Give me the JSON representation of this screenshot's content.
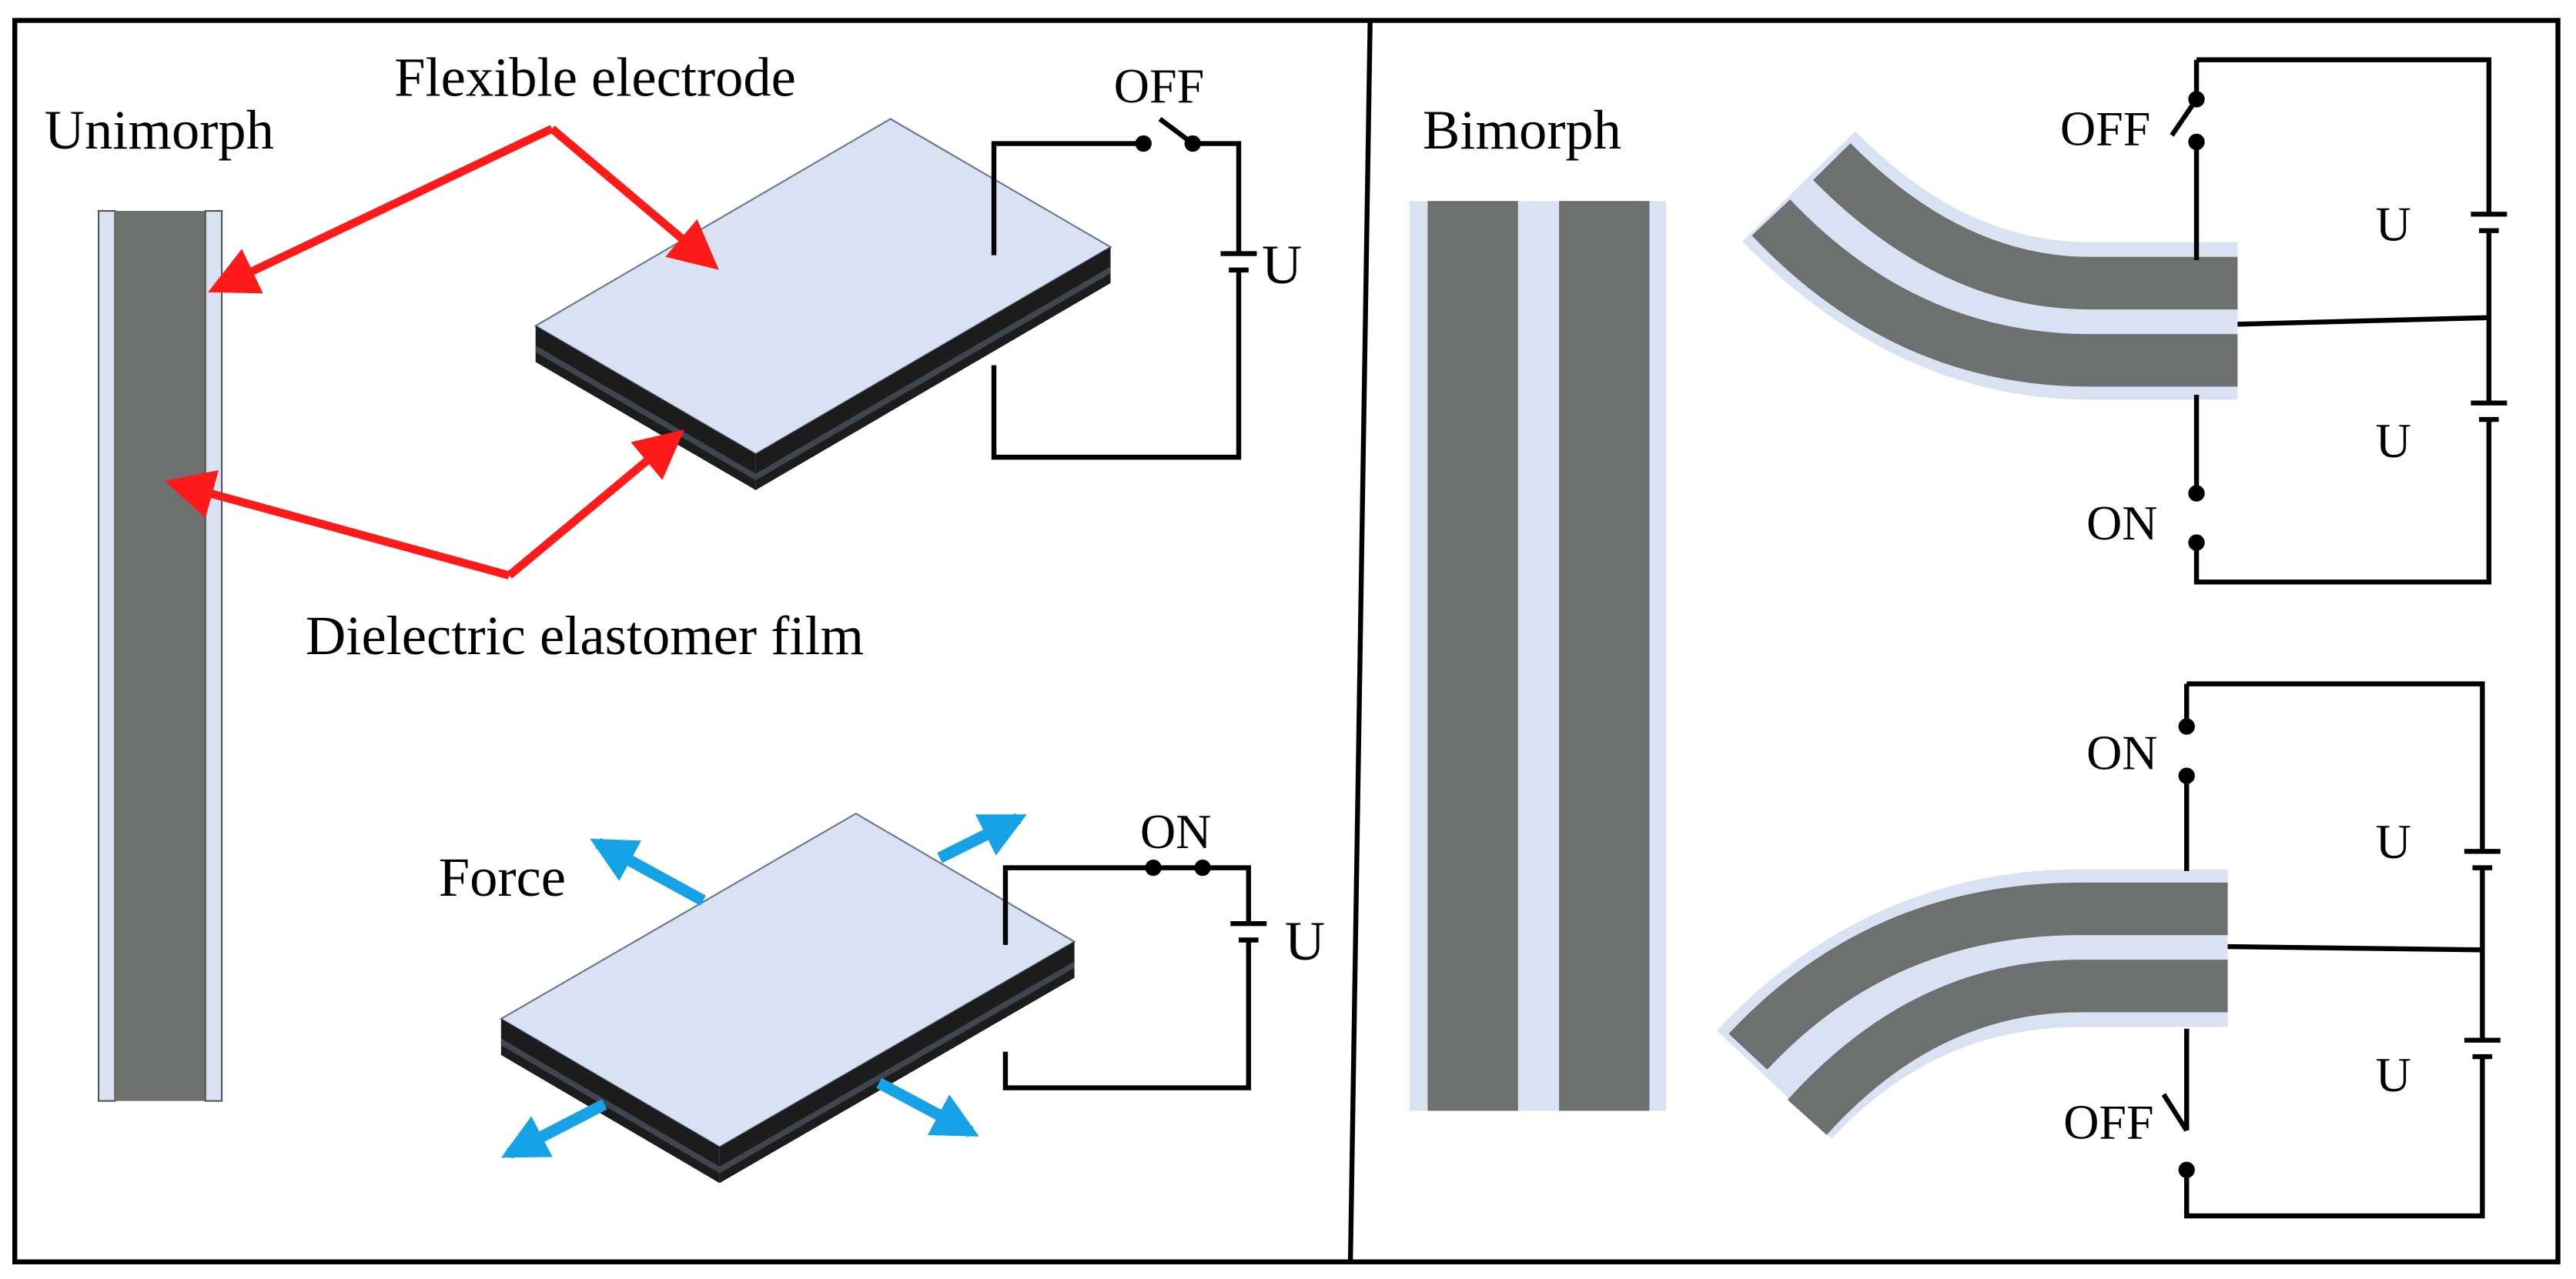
{
  "left_panel": {
    "title": "Unimorph",
    "labels": {
      "electrode": "Flexible electrode",
      "film": "Dielectric elastomer film",
      "force": "Force"
    },
    "circuit_top": {
      "switch": "OFF",
      "source": "U"
    },
    "circuit_bottom": {
      "switch": "ON",
      "source": "U"
    }
  },
  "right_panel": {
    "title": "Bimorph",
    "circuit_top": {
      "switch_upper": "OFF",
      "switch_lower": "ON",
      "source_upper": "U",
      "source_lower": "U"
    },
    "circuit_bottom": {
      "switch_upper": "ON",
      "switch_lower": "OFF",
      "source_upper": "U",
      "source_lower": "U"
    }
  },
  "colors": {
    "electrode": "#d8e2f2",
    "elastomer": "#6e706f",
    "base_dark": "#1c1c1c",
    "callout_arrow": "#ff1a1a",
    "force_arrow": "#16a3e6",
    "frame": "#000000"
  }
}
